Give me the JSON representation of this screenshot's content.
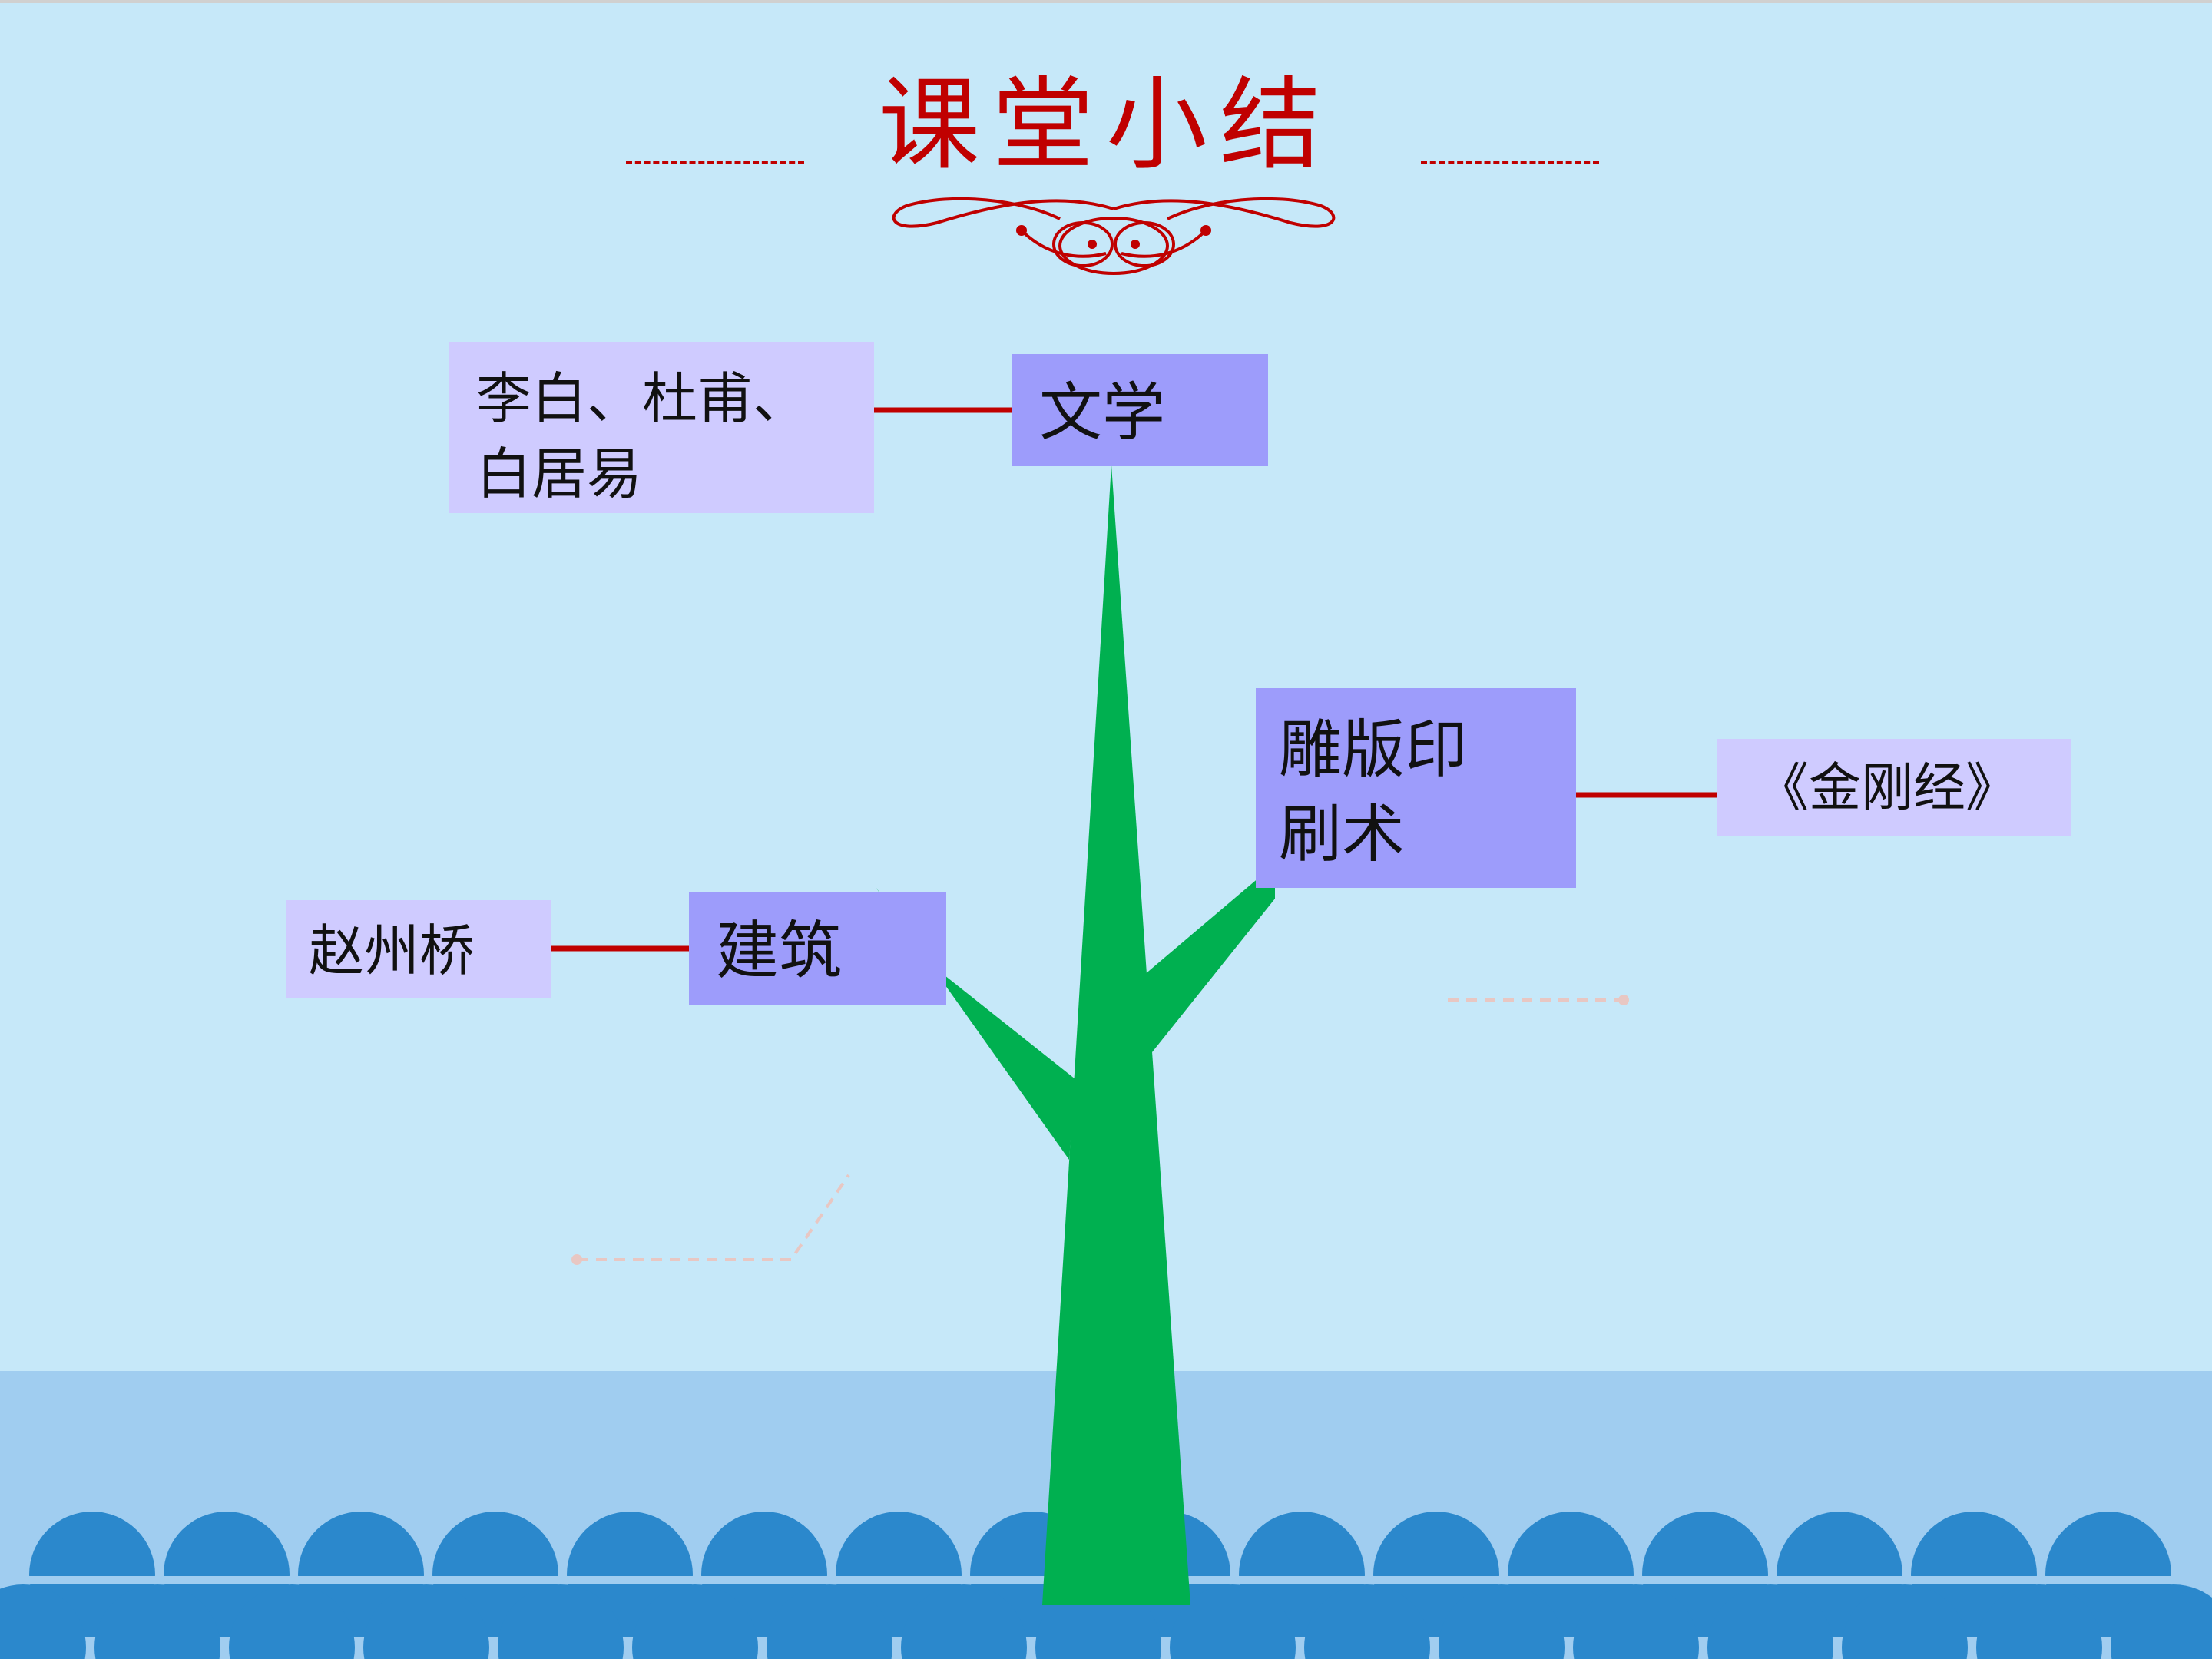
{
  "title": "课堂小结",
  "colors": {
    "background": "#c6e8f9",
    "accent_red": "#c00000",
    "trunk_green": "#00b050",
    "topic_box": "#9d9cfb",
    "detail_box": "#cfcbff",
    "wave_band": "#a0cdf0",
    "wave_blue": "#2b88cc"
  },
  "nodes": {
    "literature": {
      "label": "文学",
      "detail": "李白、杜甫、\n白居易"
    },
    "printing": {
      "label": "雕版印\n刷术",
      "detail": "《金刚经》"
    },
    "architecture": {
      "label": "建筑",
      "detail": "赵州桥"
    }
  }
}
